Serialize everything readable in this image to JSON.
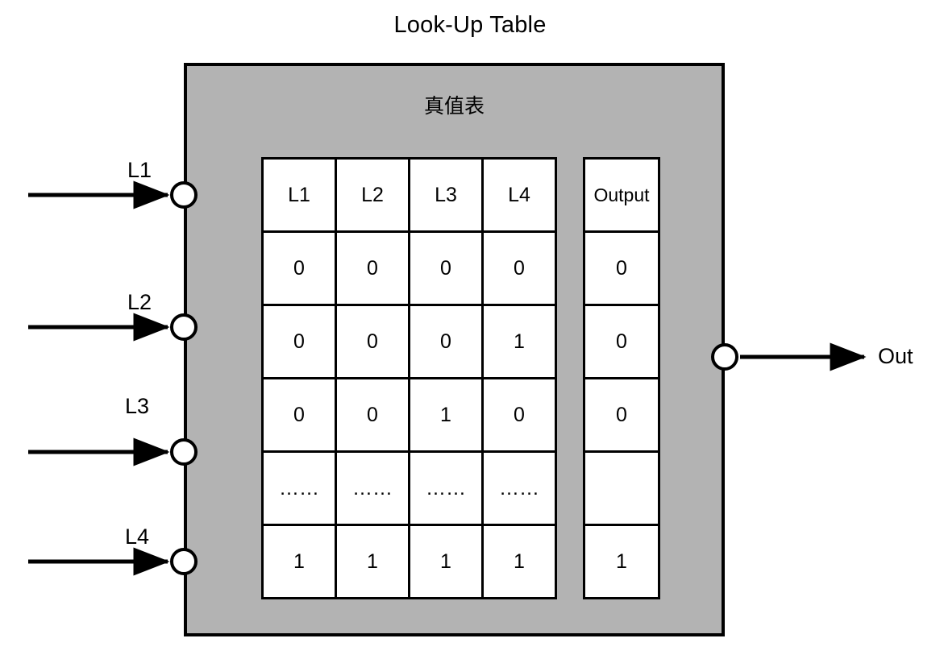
{
  "diagram": {
    "title": "Look-Up Table",
    "block_caption": "真值表",
    "block_color": "#b3b3b3",
    "line_color": "#000000",
    "cell_color": "#ffffff"
  },
  "inputs": [
    {
      "label": "L1"
    },
    {
      "label": "L2"
    },
    {
      "label": "L3"
    },
    {
      "label": "L4"
    }
  ],
  "output": {
    "label": "Out"
  },
  "truth_table": {
    "input_headers": [
      "L1",
      "L2",
      "L3",
      "L4"
    ],
    "output_header": "Output",
    "rows": [
      {
        "inputs": [
          "0",
          "0",
          "0",
          "0"
        ],
        "output": "0"
      },
      {
        "inputs": [
          "0",
          "0",
          "0",
          "1"
        ],
        "output": "0"
      },
      {
        "inputs": [
          "0",
          "0",
          "1",
          "0"
        ],
        "output": "0"
      },
      {
        "inputs": [
          "……",
          "……",
          "……",
          "……"
        ],
        "output": ""
      },
      {
        "inputs": [
          "1",
          "1",
          "1",
          "1"
        ],
        "output": "1"
      }
    ]
  }
}
